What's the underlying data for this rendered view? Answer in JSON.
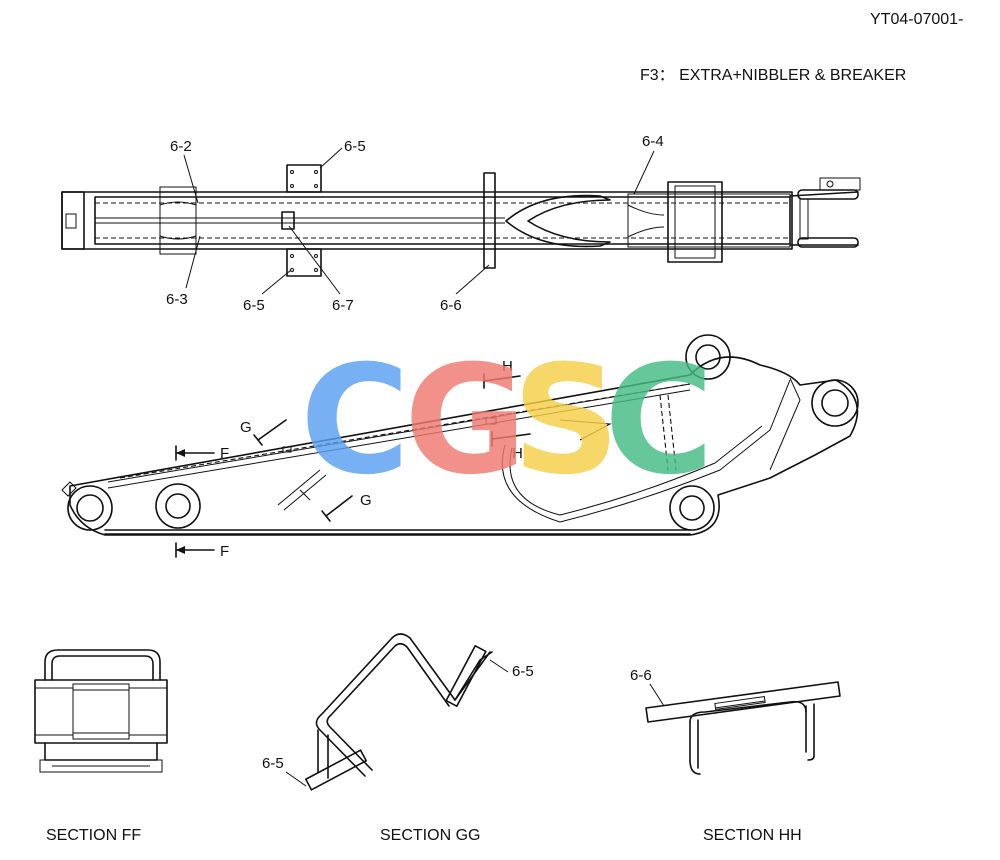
{
  "header": {
    "drawing_number": "YT04-07001-",
    "config_label": "F3： EXTRA+NIBBLER & BREAKER"
  },
  "top_view_labels": {
    "p6_2": "6-2",
    "p6_3": "6-3",
    "p6_5_top": "6-5",
    "p6_5_bottom": "6-5",
    "p6_7": "6-7",
    "p6_6": "6-6",
    "p6_4": "6-4"
  },
  "side_view_markers": {
    "f_top": "F",
    "f_bottom": "F",
    "g_top": "G",
    "g_bottom": "G",
    "h_top": "H",
    "h_mid": "H"
  },
  "watermark": {
    "letters": [
      "C",
      "G",
      "S",
      "C"
    ],
    "colors": [
      "#5aa0f2",
      "#f07a70",
      "#f6cf48",
      "#45bb85"
    ]
  },
  "sections": {
    "ff_title": "SECTION FF",
    "gg_title": "SECTION GG",
    "hh_title": "SECTION HH",
    "gg_label_upper": "6-5",
    "gg_label_lower": "6-5",
    "hh_label": "6-6"
  }
}
